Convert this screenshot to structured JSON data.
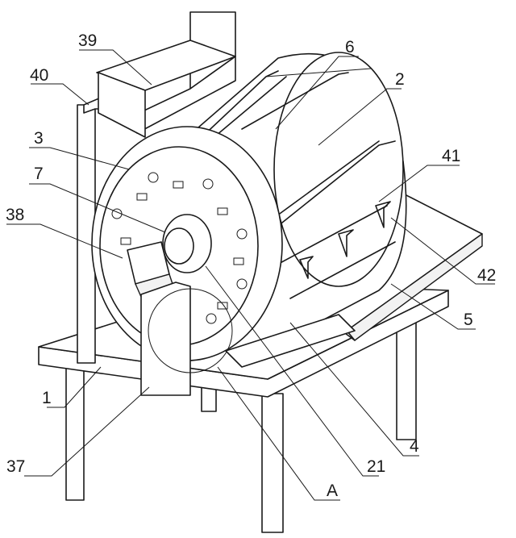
{
  "labels": [
    {
      "id": "39",
      "text": "39"
    },
    {
      "id": "40",
      "text": "40"
    },
    {
      "id": "3",
      "text": "3"
    },
    {
      "id": "7",
      "text": "7"
    },
    {
      "id": "38",
      "text": "38"
    },
    {
      "id": "6",
      "text": "6"
    },
    {
      "id": "2",
      "text": "2"
    },
    {
      "id": "41",
      "text": "41"
    },
    {
      "id": "42",
      "text": "42"
    },
    {
      "id": "5",
      "text": "5"
    },
    {
      "id": "1",
      "text": "1"
    },
    {
      "id": "37",
      "text": "37"
    },
    {
      "id": "A",
      "text": "A"
    },
    {
      "id": "21",
      "text": "21"
    },
    {
      "id": "4",
      "text": "4"
    }
  ]
}
